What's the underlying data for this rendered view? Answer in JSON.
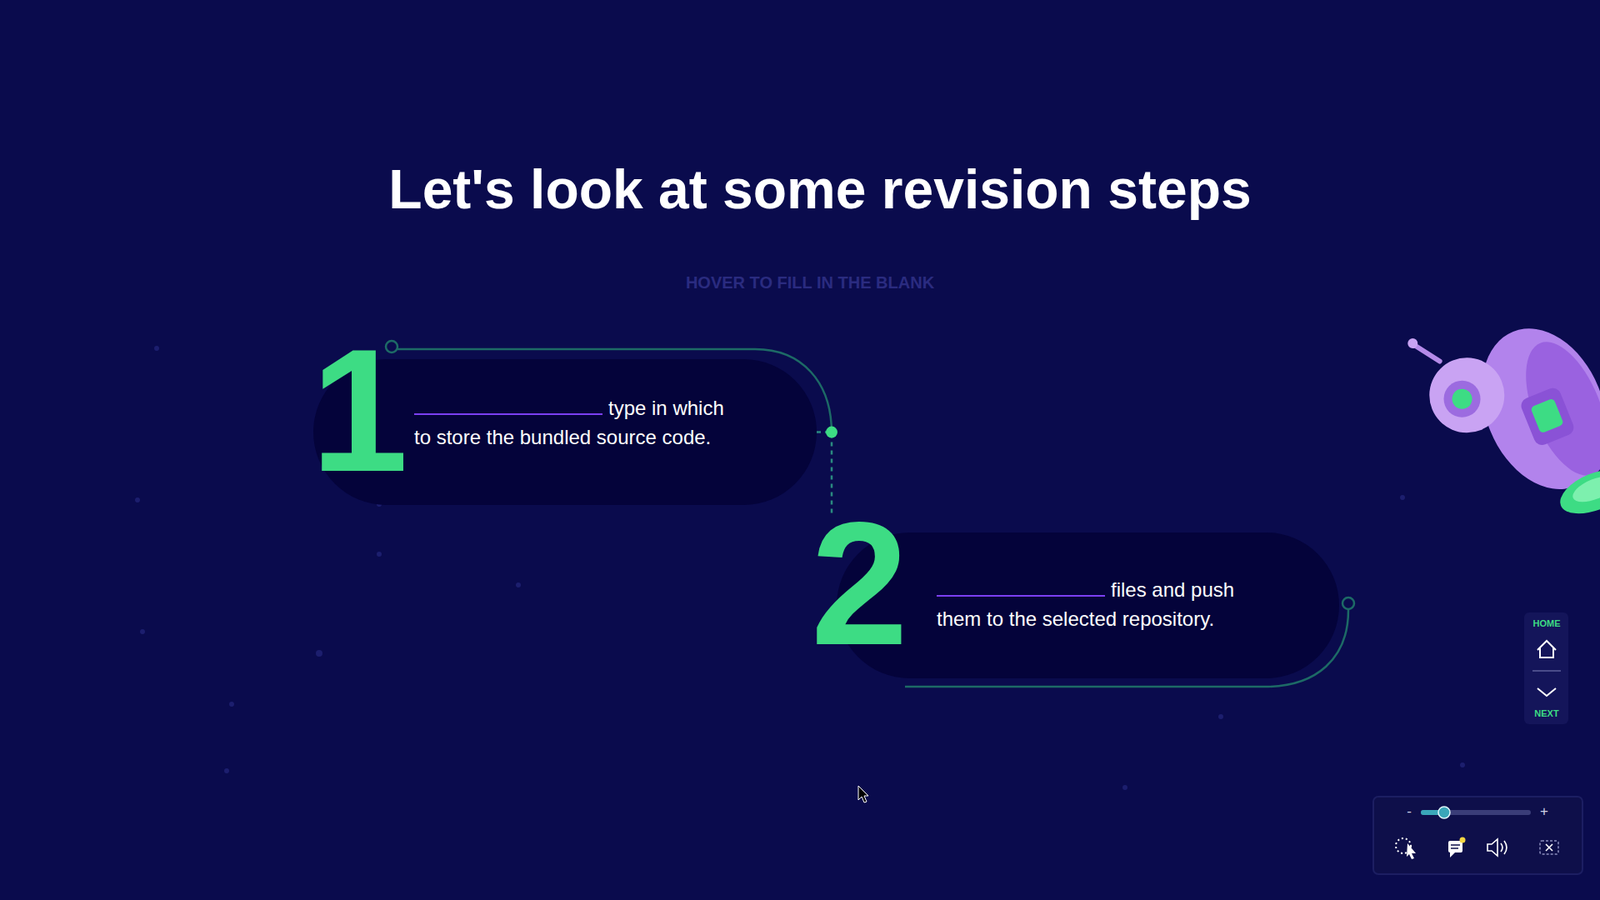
{
  "diagram": {
    "title": "Let's look at some revision steps",
    "nodes": [
      {
        "text": [
          "1",
          "type in which to store the bundled source code."
        ]
      },
      {
        "text": [
          "2",
          "files and push them to the selected repository."
        ]
      }
    ],
    "edges": [
      {
        "from": 0,
        "to": 1,
        "arrow": "none"
      }
    ],
    "labels": [
      "HOVER TO FILL IN THE BLANK",
      "HOME",
      "NEXT",
      "-",
      "+"
    ]
  }
}
